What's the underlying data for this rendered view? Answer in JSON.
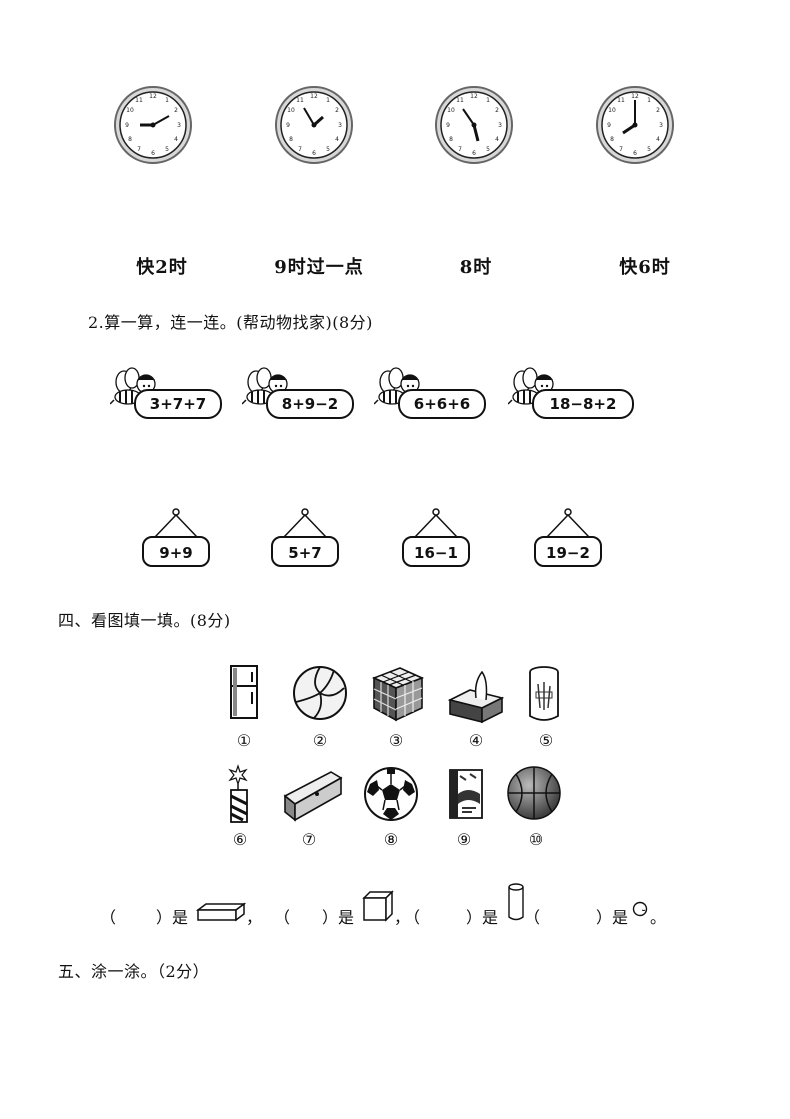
{
  "clocks": [
    {
      "label": "快2时"
    },
    {
      "label": "9时过一点"
    },
    {
      "label": "8时"
    },
    {
      "label": "快6时"
    }
  ],
  "section2": {
    "title": "2.算一算，连一连。(帮动物找家)(8分)",
    "bees": [
      "3+7+7",
      "8+9−2",
      "6+6+6",
      "18−8+2"
    ],
    "houses": [
      "9+9",
      "5+7",
      "16−1",
      "19−2"
    ]
  },
  "section4": {
    "title": "四、看图填一填。(8分)",
    "objects": [
      {
        "num": "①",
        "icon": "refrigerator-icon"
      },
      {
        "num": "②",
        "icon": "volleyball-icon"
      },
      {
        "num": "③",
        "icon": "rubiks-cube-icon"
      },
      {
        "num": "④",
        "icon": "tissue-box-icon"
      },
      {
        "num": "⑤",
        "icon": "can-icon"
      },
      {
        "num": "⑥",
        "icon": "firecracker-icon"
      },
      {
        "num": "⑦",
        "icon": "pencil-case-icon"
      },
      {
        "num": "⑧",
        "icon": "soccer-ball-icon"
      },
      {
        "num": "⑨",
        "icon": "cylinder-box-icon"
      },
      {
        "num": "⑩",
        "icon": "basketball-icon"
      }
    ],
    "fill": {
      "blank1_open": "（",
      "blank1_close": "）是",
      "sep1": "，",
      "blank2_open": "（",
      "blank2_close": "）是",
      "sep2": "，",
      "blank3_open": "（",
      "blank3_close": "）是",
      "blank4_open": "（",
      "blank4_close": "）是",
      "end": "。"
    }
  },
  "section5": {
    "title": "五、涂一涂。（2分）"
  }
}
